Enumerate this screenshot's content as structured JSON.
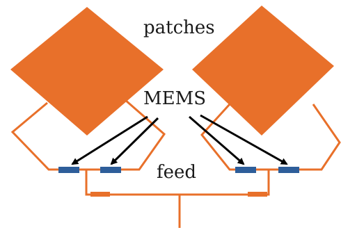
{
  "labels": {
    "patches": "patches",
    "mems": "MEMS",
    "feed": "feed"
  },
  "colors": {
    "patch": "#E8702A",
    "line": "#E8702A",
    "mems_switch": "#2E5E9A",
    "arrow": "#000000",
    "text": "#1a1a1a",
    "background": "#ffffff"
  }
}
